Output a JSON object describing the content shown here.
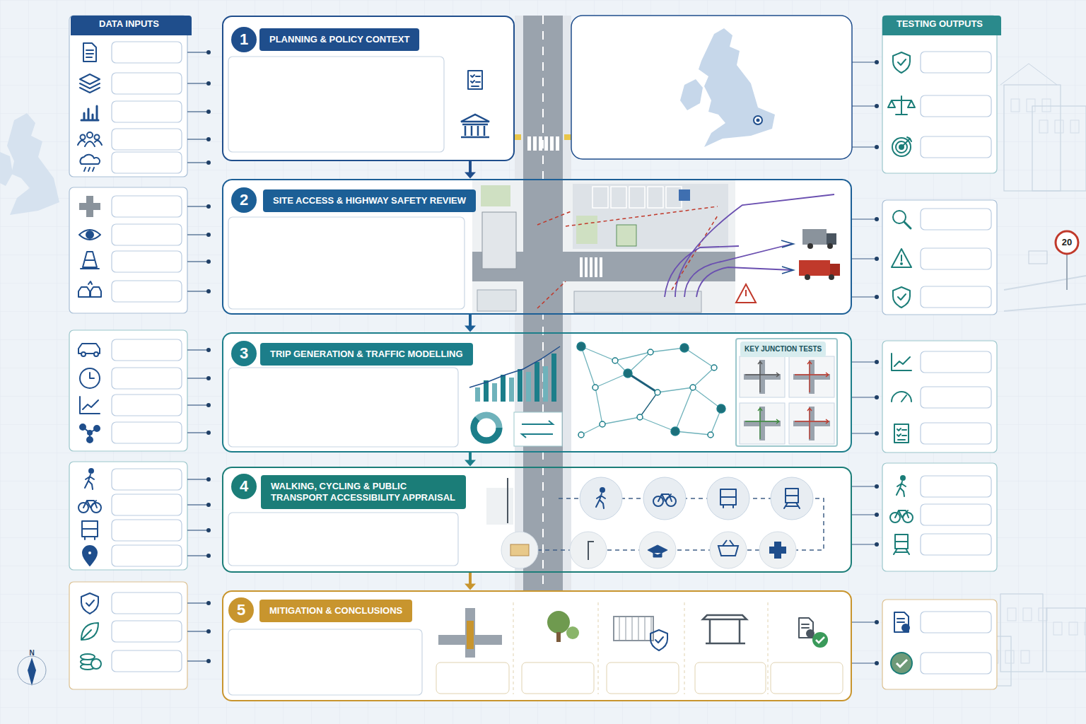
{
  "diagram": {
    "nodes": [
      {
        "text": [
          "DATA INPUTS"
        ]
      },
      {
        "text": [
          "PLANNING & POLICY CONTEXT"
        ]
      },
      {
        "text": [
          "TESTING OUTPUTS"
        ]
      },
      {
        "text": [
          "SITE ACCESS & HIGHWAY SAFETY REVIEW"
        ]
      },
      {
        "text": [
          "TRIP GENERATION & TRAFFIC MODELLING"
        ]
      },
      {
        "text": [
          "KEY JUNCTION TESTS"
        ],
        "in": 4
      },
      {
        "text": [
          "WALKING, CYCLING & PUBLIC TRANSPORT ACCESSIBILITY APPRAISAL"
        ]
      },
      {
        "text": [
          "MITIGATION & CONCLUSIONS"
        ]
      }
    ],
    "edges": [
      {
        "from": 1,
        "to": 3,
        "arrow": "to"
      },
      {
        "from": 3,
        "to": 4,
        "arrow": "to"
      },
      {
        "from": 4,
        "to": 6,
        "arrow": "to"
      },
      {
        "from": 6,
        "to": 7,
        "arrow": "to"
      }
    ],
    "labels": [
      "1",
      "2",
      "3",
      "4",
      "5",
      "20",
      "N"
    ]
  }
}
